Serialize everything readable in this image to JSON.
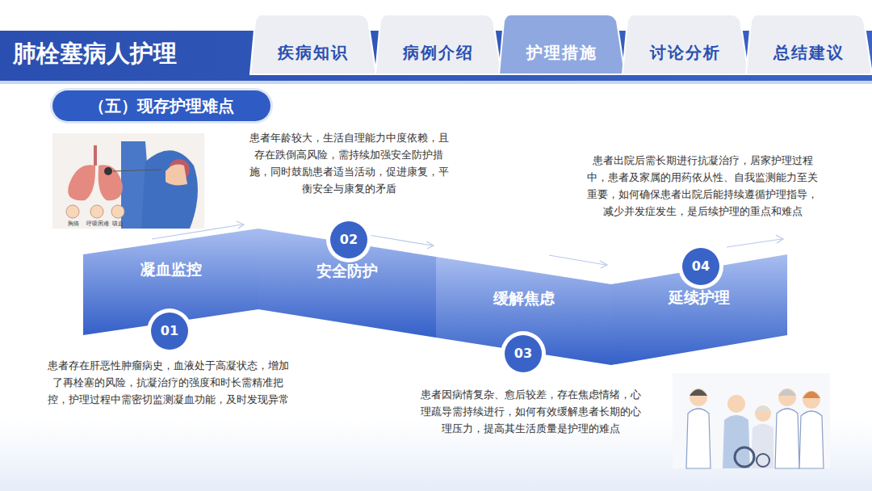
{
  "diagram": {
    "title": "肺栓塞病人护理",
    "nodes": [
      {
        "text": [
          "疾病知识"
        ]
      },
      {
        "text": [
          "病例介绍"
        ]
      },
      {
        "text": [
          "护理措施"
        ]
      },
      {
        "text": [
          "讨论分析"
        ]
      },
      {
        "text": [
          "总结建议"
        ]
      },
      {
        "text": [
          "（五）现存护理难点"
        ]
      },
      {
        "text": [
          "凝血监控"
        ]
      },
      {
        "text": [
          "安全防护"
        ]
      },
      {
        "text": [
          "缓解焦虑"
        ]
      },
      {
        "text": [
          "延续护理"
        ]
      },
      {
        "text": [
          "01"
        ]
      },
      {
        "text": [
          "02"
        ]
      },
      {
        "text": [
          "03"
        ]
      },
      {
        "text": [
          "04"
        ]
      }
    ],
    "edges": [],
    "labels": [
      "患者存在肝恶性肿瘤病史，血液处于高凝状态，增加了再栓塞的风险，抗凝治疗的强度和时长需精准把控，护理过程中需密切监测凝血功能，及时发现异常",
      "患者年龄较大，生活自理能力中度依赖，且存在跌倒高风险，需持续加强安全防护措施，同时鼓励患者适当活动，促进康复，平衡安全与康复的矛盾",
      "患者因病情复杂、愈后较差，存在焦虑情绪，心理疏导需持续进行，如何有效缓解患者长期的心理压力，提高其生活质量是护理的难点",
      "患者出院后需长期进行抗凝治疗，居家护理过程中，患者及家属的用药依从性、自我监测能力至关重要，如何确保患者出院后能持续遵循护理指导，减少并发症发生，是后续护理的重点和难点",
      "胸痛",
      "呼吸困难",
      "咳血"
    ]
  }
}
